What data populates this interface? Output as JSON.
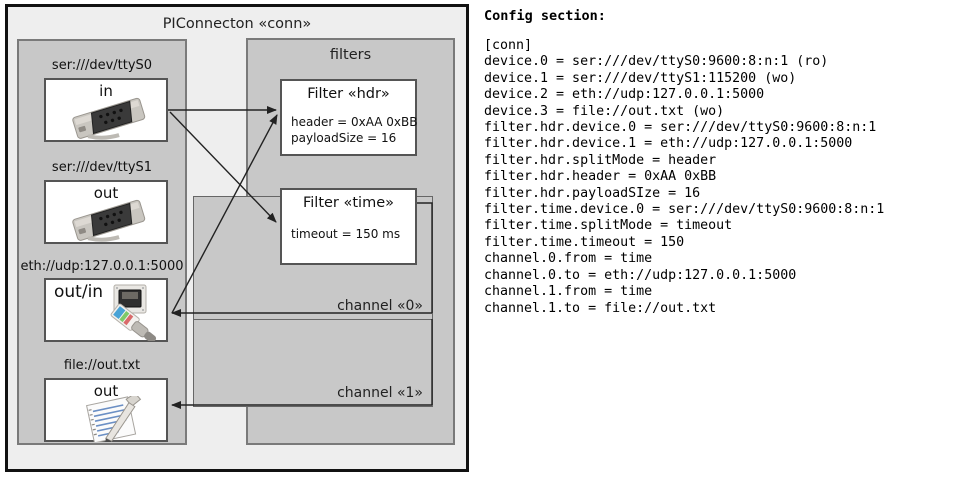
{
  "diagram": {
    "outer": {
      "title": "PIConnecton «conn»"
    },
    "devices_group": {
      "name": "devices-group",
      "items": [
        {
          "label": "ser:///dev/ttyS0",
          "caption": "in",
          "icon": "serial-connector-icon"
        },
        {
          "label": "ser:///dev/ttyS1",
          "caption": "out",
          "icon": "serial-connector-icon"
        },
        {
          "label": "eth://udp:127.0.0.1:5000",
          "caption": "out/in",
          "icon": "ethernet-jack-icon"
        },
        {
          "label": "file://out.txt",
          "caption": "out",
          "icon": "text-file-icon"
        }
      ]
    },
    "filters_group": {
      "title": "filters",
      "filters": [
        {
          "title": "Filter «hdr»",
          "attrs": [
            "header = 0xAA 0xBB",
            "payloadSize = 16"
          ]
        },
        {
          "title": "Filter «time»",
          "attrs": [
            "timeout = 150 ms"
          ]
        }
      ],
      "channels": [
        {
          "label": "channel «0»"
        },
        {
          "label": "channel «1»"
        }
      ]
    },
    "colors": {
      "page_bg": "#ffffff",
      "outer_bg": "#eeeeee",
      "outer_border": "#111111",
      "group_bg": "#c8c8c8",
      "group_border": "#7a7a7a",
      "card_bg": "#ffffff",
      "card_border": "#555555",
      "arrow": "#222222"
    }
  },
  "config": {
    "heading": "Config section:",
    "text": "[conn]\ndevice.0 = ser:///dev/ttyS0:9600:8:n:1 (ro)\ndevice.1 = ser:///dev/ttyS1:115200 (wo)\ndevice.2 = eth://udp:127.0.0.1:5000\ndevice.3 = file://out.txt (wo)\nfilter.hdr.device.0 = ser:///dev/ttyS0:9600:8:n:1\nfilter.hdr.device.1 = eth://udp:127.0.0.1:5000\nfilter.hdr.splitMode = header\nfilter.hdr.header = 0xAA 0xBB\nfilter.hdr.payloadSIze = 16\nfilter.time.device.0 = ser:///dev/ttyS0:9600:8:n:1\nfilter.time.splitMode = timeout\nfilter.time.timeout = 150\nchannel.0.from = time\nchannel.0.to = eth://udp:127.0.0.1:5000\nchannel.1.from = time\nchannel.1.to = file://out.txt",
    "lines": [
      "[conn]",
      "device.0 = ser:///dev/ttyS0:9600:8:n:1 (ro)",
      "device.1 = ser:///dev/ttyS1:115200 (wo)",
      "device.2 = eth://udp:127.0.0.1:5000",
      "device.3 = file://out.txt (wo)",
      "filter.hdr.device.0 = ser:///dev/ttyS0:9600:8:n:1",
      "filter.hdr.device.1 = eth://udp:127.0.0.1:5000",
      "filter.hdr.splitMode = header",
      "filter.hdr.header = 0xAA 0xBB",
      "filter.hdr.payloadSIze = 16",
      "filter.time.device.0 = ser:///dev/ttyS0:9600:8:n:1",
      "filter.time.splitMode = timeout",
      "filter.time.timeout = 150",
      "channel.0.from = time",
      "channel.0.to = eth://udp:127.0.0.1:5000",
      "channel.1.from = time",
      "channel.1.to = file://out.txt"
    ]
  }
}
